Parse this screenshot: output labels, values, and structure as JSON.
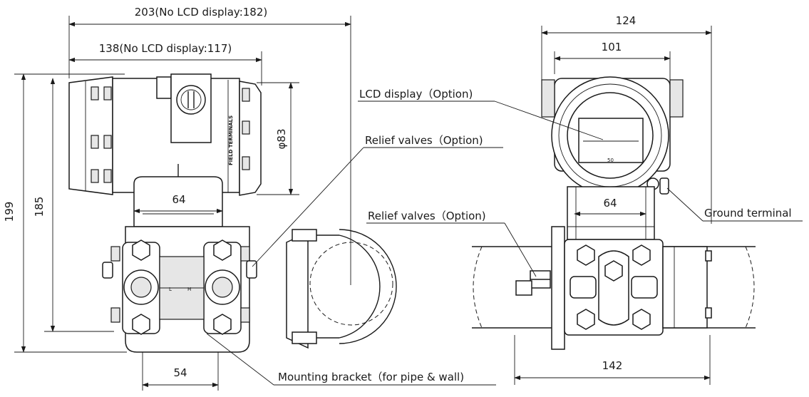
{
  "dimensions": {
    "overall_length": "203(No LCD display:182)",
    "housing_length": "138(No LCD display:117)",
    "overall_height": "199",
    "height_185": "185",
    "housing_diameter": "φ83",
    "flange_width_side": "64",
    "bracket_width": "54",
    "front_width_124": "124",
    "front_width_101": "101",
    "flange_width_front": "64",
    "bracket_width_front": "142"
  },
  "labels": {
    "lcd_display": "LCD display（Option)",
    "relief_valves_1": "Relief valves（Option)",
    "relief_valves_2": "Relief valves（Option)",
    "ground_terminal": "Ground terminal",
    "mounting_bracket": "Mounting bracket（for pipe & wall)"
  },
  "small_text": {
    "field_terminals": "FIELD TERMINALS",
    "port_low": "L",
    "port_high": "H",
    "lcd_scale": "50"
  }
}
